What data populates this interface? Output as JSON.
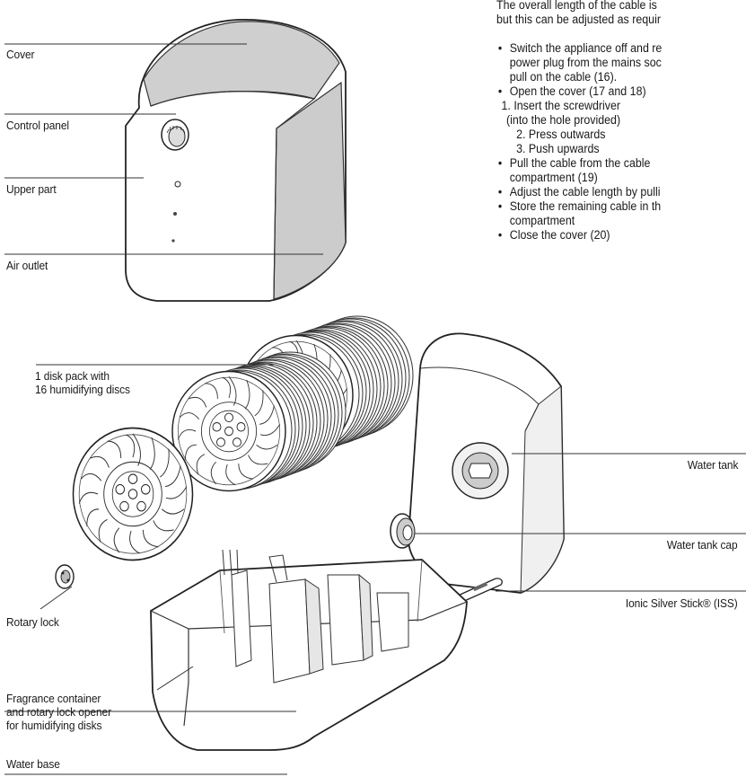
{
  "instructions": {
    "intro": [
      "The overall length of the cable is",
      "but this can be adjusted as requir"
    ],
    "lines": [
      {
        "kind": "bullet",
        "text": "Switch the appliance off and re"
      },
      {
        "kind": "cont",
        "text": "power plug from the mains soc"
      },
      {
        "kind": "cont",
        "text": "pull on the cable (16)."
      },
      {
        "kind": "bullet",
        "text": "Open the cover (17 and 18)"
      },
      {
        "kind": "step",
        "text": "1.  Insert the screwdriver"
      },
      {
        "kind": "step",
        "text": "(into the hole provided)"
      },
      {
        "kind": "step2",
        "text": "2.    Press    outwards"
      },
      {
        "kind": "step2",
        "text": "3.    Push    upwards"
      },
      {
        "kind": "bullet",
        "text": "Pull the cable from the cable"
      },
      {
        "kind": "cont",
        "text": "compartment    (19)"
      },
      {
        "kind": "bullet",
        "text": "Adjust the cable length by pulli"
      },
      {
        "kind": "bullet",
        "text": "Store the remaining cable in th"
      },
      {
        "kind": "cont",
        "text": "compartment"
      },
      {
        "kind": "bullet",
        "text": "Close the cover (20)"
      }
    ]
  },
  "labels": {
    "cover": "Cover",
    "control_panel": "Control panel",
    "upper_part": "Upper part",
    "air_outlet": "Air outlet",
    "disk_pack": [
      "1 disk pack with",
      "16 humidifying discs"
    ],
    "water_tank": "Water tank",
    "water_tank_cap": "Water tank cap",
    "ionic_silver_stick": "Ionic Silver Stick® (ISS)",
    "rotary_lock": "Rotary lock",
    "fragrance": [
      "Fragrance container",
      "and rotary lock opener",
      "for humidifying disks"
    ],
    "water_base": "Water base"
  }
}
